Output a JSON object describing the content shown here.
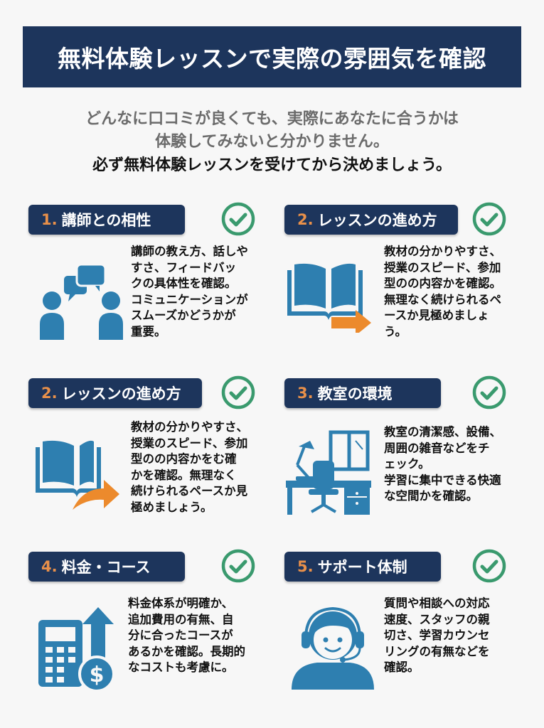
{
  "header": {
    "title": "無料体験レッスンで実際の雰囲気を確認"
  },
  "intro": {
    "line1": "どんなに口コミが良くても、実際にあなたに合うかは",
    "line2": "体験してみないと分かりません。",
    "line3": "必ず無料体験レッスンを受けてから決めましょう。"
  },
  "colors": {
    "navy": "#1d355c",
    "accent_orange": "#e8904a",
    "icon_blue": "#2e7fb0",
    "check_green": "#3a9a6e"
  },
  "cards": [
    {
      "number": "1.",
      "title": "講師との相性",
      "icon": "people-conversation-icon",
      "lines": [
        "講師の教え方、話しや",
        "すさ、フィードバッ",
        "クの具体性を確認。",
        "コミュニケーションが",
        "スムーズかどうかが",
        "重要。"
      ]
    },
    {
      "number": "2.",
      "title": "レッスンの進め方",
      "icon": "book-arrow-icon",
      "lines": [
        "教材の分かりやすさ、",
        "授業のスピード、参加",
        "型のの内容かを確認。",
        "無理なく続けられるペ",
        "ースか見極めましょ",
        "う。"
      ]
    },
    {
      "number": "2.",
      "title": "レッスンの進め方",
      "icon": "book-curved-arrow-icon",
      "lines": [
        "教材の分かりやすさ、",
        "授業のスピード、参加",
        "型のの内容かをむ確",
        "かを確認。無理なく",
        "続けられるペースか見",
        "極めましょう。"
      ]
    },
    {
      "number": "3.",
      "title": "教室の環境",
      "icon": "classroom-desk-icon",
      "lines": [
        "教室の清潔感、設備、",
        "周囲の雑音などをチ",
        "ェック。",
        "学習に集中できる快適",
        "な空間かを確認。"
      ]
    },
    {
      "number": "4.",
      "title": "料金・コース",
      "icon": "calculator-price-icon",
      "lines": [
        "料金体系が明確か、",
        "追加費用の有無、自",
        "分に合ったコースが",
        "あるかを確認。長期的",
        "なコストも考慮に。"
      ]
    },
    {
      "number": "5.",
      "title": "サポート体制",
      "icon": "support-headset-icon",
      "lines": [
        "質問や相談への対応",
        "速度、スタッフの親",
        "切さ、学習カウンセ",
        "リングの有無などを",
        "確認。"
      ]
    }
  ]
}
